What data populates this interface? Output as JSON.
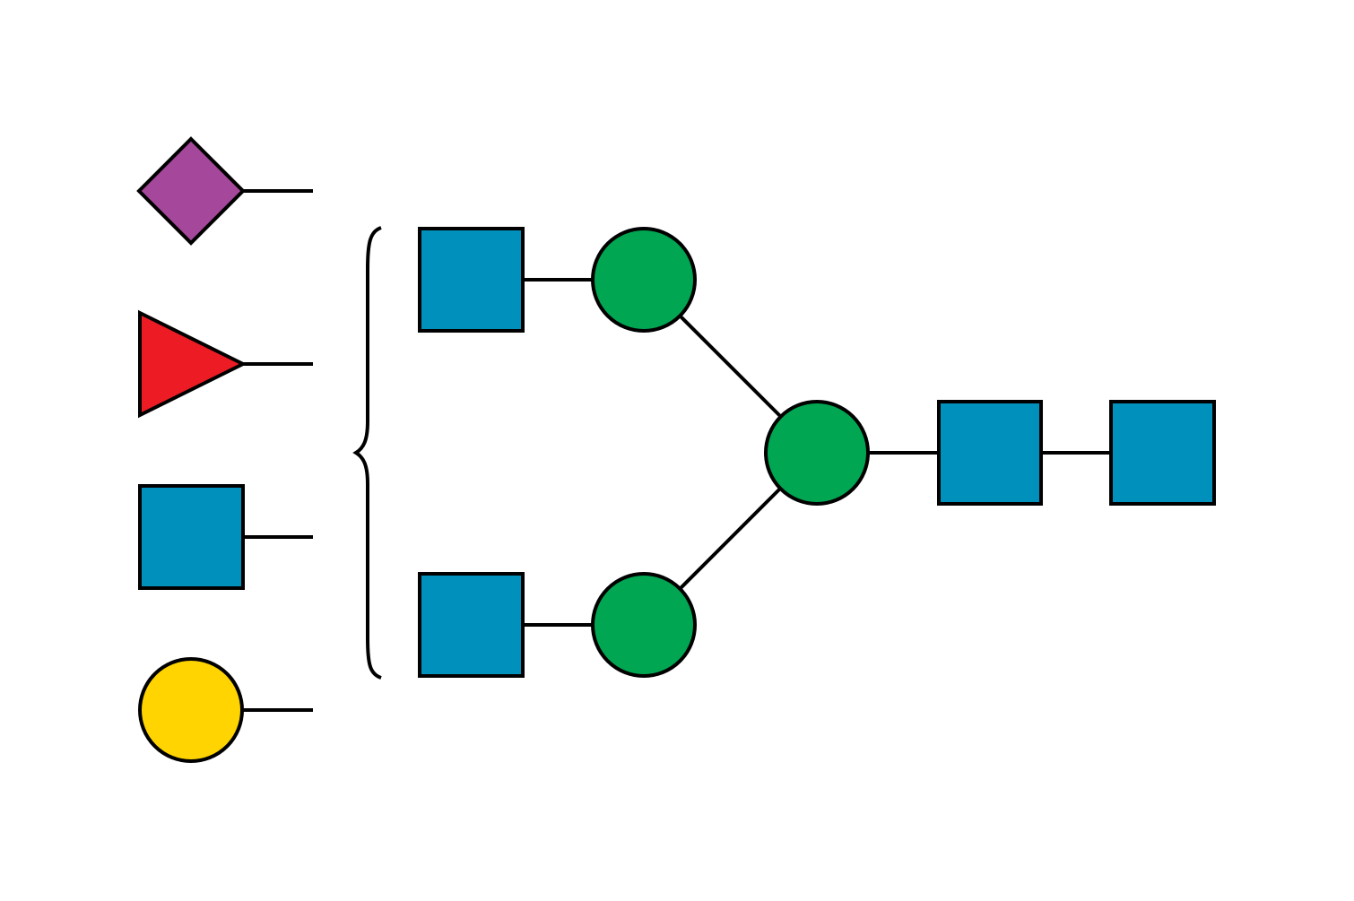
{
  "diagram": {
    "notation": "SNFG",
    "colors": {
      "background": "#ffffff",
      "line": "#000000",
      "neu5ac": "#A5479A",
      "fucose": "#ED1C24",
      "glcnac": "#0090BC",
      "galactose": "#FFD400",
      "mannose": "#00A651"
    },
    "attachable_residues": [
      {
        "id": "neu5ac",
        "shape": "diamond",
        "icon": "purple-diamond-icon"
      },
      {
        "id": "fucose",
        "shape": "triangle",
        "icon": "red-triangle-icon"
      },
      {
        "id": "glcnac",
        "shape": "square",
        "icon": "blue-square-icon"
      },
      {
        "id": "galactose",
        "shape": "circle",
        "icon": "yellow-circle-icon"
      }
    ],
    "bracket": {
      "shape": "curly-brace",
      "icon": "curly-brace-icon"
    },
    "core_residues": [
      {
        "id": "glcnac-antenna-upper",
        "type": "glcnac",
        "shape": "square"
      },
      {
        "id": "mannose-upper",
        "type": "mannose",
        "shape": "circle"
      },
      {
        "id": "glcnac-antenna-lower",
        "type": "glcnac",
        "shape": "square"
      },
      {
        "id": "mannose-lower",
        "type": "mannose",
        "shape": "circle"
      },
      {
        "id": "mannose-core",
        "type": "mannose",
        "shape": "circle"
      },
      {
        "id": "glcnac-core-1",
        "type": "glcnac",
        "shape": "square"
      },
      {
        "id": "glcnac-core-2",
        "type": "glcnac",
        "shape": "square"
      }
    ],
    "linkages": [
      {
        "from": "glcnac-antenna-upper",
        "to": "mannose-upper"
      },
      {
        "from": "glcnac-antenna-lower",
        "to": "mannose-lower"
      },
      {
        "from": "mannose-upper",
        "to": "mannose-core"
      },
      {
        "from": "mannose-lower",
        "to": "mannose-core"
      },
      {
        "from": "mannose-core",
        "to": "glcnac-core-1"
      },
      {
        "from": "glcnac-core-1",
        "to": "glcnac-core-2"
      }
    ]
  }
}
